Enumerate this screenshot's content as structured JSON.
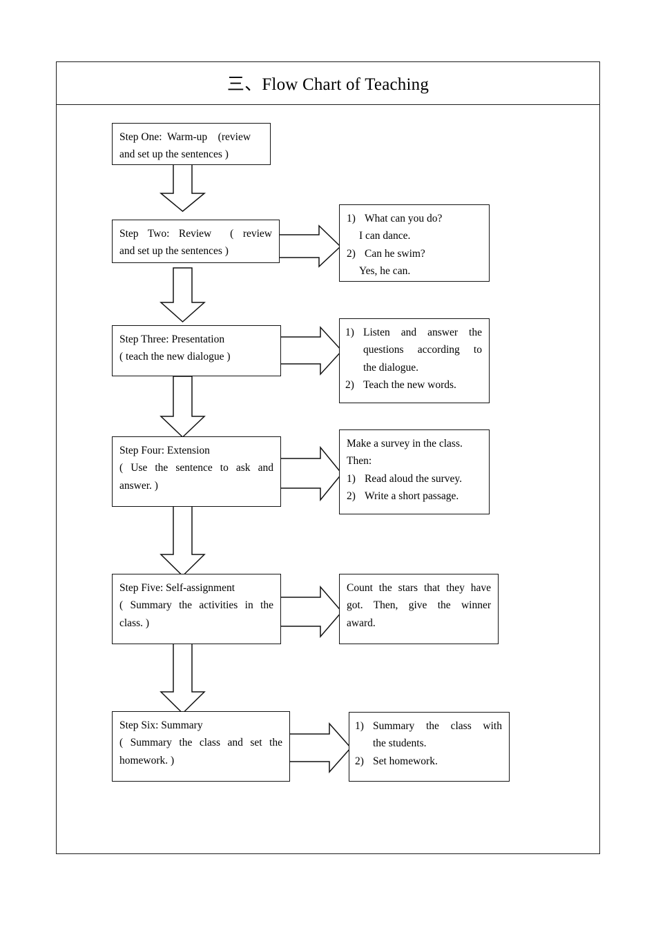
{
  "document": {
    "title": "三、Flow Chart of Teaching"
  },
  "flow": {
    "steps": [
      {
        "id": "step-one",
        "lines": [
          "Step One:  Warm-up    (review",
          "and set up the sentences )"
        ],
        "detail": null
      },
      {
        "id": "step-two",
        "lines": [
          "Step Two: Review  ( review",
          "and set up the sentences )"
        ],
        "detail": {
          "id": "detail-step-two",
          "items": [
            {
              "num": "1)",
              "text": "What can you do?"
            },
            {
              "num": "",
              "text": "I can dance.",
              "indent": 1
            },
            {
              "num": "2)",
              "text": "Can he swim?"
            },
            {
              "num": "",
              "text": "Yes, he can.",
              "indent": 1
            }
          ]
        }
      },
      {
        "id": "step-three",
        "lines": [
          "Step Three: Presentation",
          "( teach the new dialogue )"
        ],
        "detail": {
          "id": "detail-step-three",
          "items": [
            {
              "num": "1)",
              "text": "Listen and answer the"
            },
            {
              "num": "",
              "text": "questions according to",
              "indent": 2
            },
            {
              "num": "",
              "text": "the dialogue.",
              "indent": 2
            },
            {
              "num": "2)",
              "text": "Teach the new words."
            }
          ]
        }
      },
      {
        "id": "step-four",
        "lines": [
          "Step Four: Extension",
          "( Use the sentence to ask and",
          "answer. )"
        ],
        "detail": {
          "id": "detail-step-four",
          "items": [
            {
              "num": "",
              "text": "Make a survey in the class."
            },
            {
              "num": "",
              "text": "Then:"
            },
            {
              "num": "1)",
              "text": "Read aloud the survey."
            },
            {
              "num": "2)",
              "text": "Write a short passage."
            }
          ]
        }
      },
      {
        "id": "step-five",
        "lines": [
          "Step Five: Self-assignment",
          "( Summary the activities in the",
          "class. )"
        ],
        "detail": {
          "id": "detail-step-five",
          "items": [
            {
              "num": "",
              "text": "Count the stars that they have"
            },
            {
              "num": "",
              "text": "got. Then, give the winner"
            },
            {
              "num": "",
              "text": "award."
            }
          ]
        }
      },
      {
        "id": "step-six",
        "lines": [
          "Step Six: Summary",
          "( Summary the class and set the",
          "homework. )"
        ],
        "detail": {
          "id": "detail-step-six",
          "items": [
            {
              "num": "1)",
              "text": "Summary the class with"
            },
            {
              "num": "",
              "text": "the students.",
              "indent": 2
            },
            {
              "num": "2)",
              "text": "Set homework."
            }
          ]
        }
      }
    ]
  },
  "chart_data": {
    "type": "diagram",
    "title": "三、Flow Chart of Teaching",
    "nodes": [
      {
        "id": "step-one",
        "label": "Step One:  Warm-up    (review and set up the sentences )"
      },
      {
        "id": "step-two",
        "label": "Step Two: Review  ( review and set up the sentences )"
      },
      {
        "id": "step-three",
        "label": "Step Three: Presentation ( teach the new dialogue )"
      },
      {
        "id": "step-four",
        "label": "Step Four: Extension ( Use the sentence to ask and answer. )"
      },
      {
        "id": "step-five",
        "label": "Step Five: Self-assignment ( Summary the activities in the class. )"
      },
      {
        "id": "step-six",
        "label": "Step Six: Summary ( Summary the class and set the homework. )"
      },
      {
        "id": "detail-step-two",
        "label": "1) What can you do? I can dance. 2) Can he swim? Yes, he can."
      },
      {
        "id": "detail-step-three",
        "label": "1) Listen and answer the questions according to the dialogue. 2) Teach the new words."
      },
      {
        "id": "detail-step-four",
        "label": "Make a survey in the class. Then: 1) Read aloud the survey. 2) Write a short passage."
      },
      {
        "id": "detail-step-five",
        "label": "Count the stars that they have got. Then, give the winner award."
      },
      {
        "id": "detail-step-six",
        "label": "1) Summary the class with the students. 2) Set homework."
      }
    ],
    "edges": [
      {
        "from": "step-one",
        "to": "step-two",
        "direction": "down"
      },
      {
        "from": "step-two",
        "to": "step-three",
        "direction": "down"
      },
      {
        "from": "step-three",
        "to": "step-four",
        "direction": "down"
      },
      {
        "from": "step-four",
        "to": "step-five",
        "direction": "down"
      },
      {
        "from": "step-five",
        "to": "step-six",
        "direction": "down"
      },
      {
        "from": "step-two",
        "to": "detail-step-two",
        "direction": "right"
      },
      {
        "from": "step-three",
        "to": "detail-step-three",
        "direction": "right"
      },
      {
        "from": "step-four",
        "to": "detail-step-four",
        "direction": "right"
      },
      {
        "from": "step-five",
        "to": "detail-step-five",
        "direction": "right"
      },
      {
        "from": "step-six",
        "to": "detail-step-six",
        "direction": "right"
      }
    ],
    "colors": {
      "stroke": "#111111",
      "fill": "#ffffff",
      "text": "#000000"
    }
  }
}
